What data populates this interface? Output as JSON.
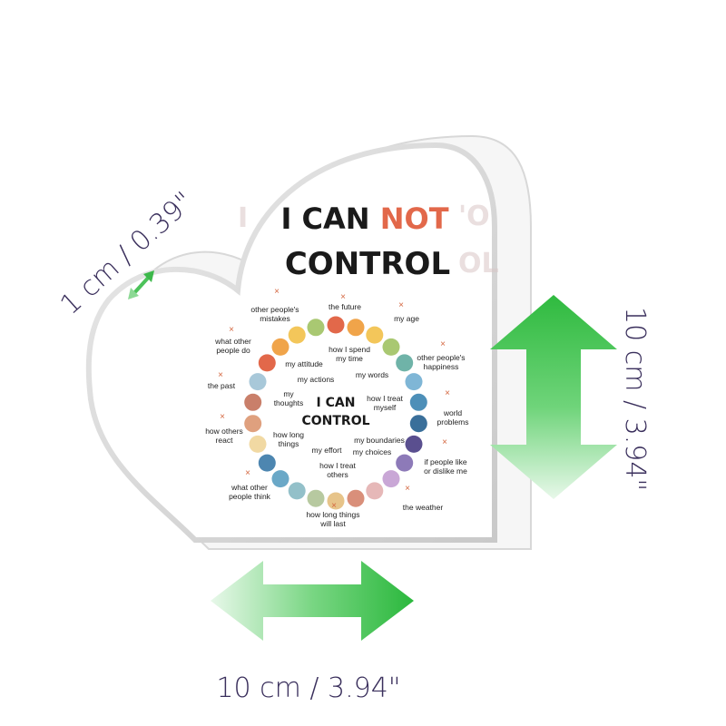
{
  "dimensions": {
    "thickness": "1 cm / 0.39\"",
    "height": "10 cm / 3.94\"",
    "width": "10 cm / 3.94\""
  },
  "plaque": {
    "title_line1_a": "I CAN ",
    "title_line1_b": "NOT",
    "title_line2": "CONTROL",
    "inner_title_1": "I CAN",
    "inner_title_2": "CONTROL",
    "colors": {
      "accent": "#e2684a",
      "arrow": "#3cc04a"
    },
    "outer_items": [
      [
        "other people's",
        "mistakes"
      ],
      [
        "the future"
      ],
      [
        "my age"
      ],
      [
        "what other",
        "people do"
      ],
      [
        "other people's",
        "happiness"
      ],
      [
        "the past"
      ],
      [
        "world",
        "problems"
      ],
      [
        "how others",
        "react"
      ],
      [
        "if people like",
        "or dislike me"
      ],
      [
        "what other",
        "people think"
      ],
      [
        "the weather"
      ],
      [
        "how long things",
        "will last"
      ]
    ],
    "inner_items": [
      [
        "how I spend",
        "my time"
      ],
      [
        "my attitude"
      ],
      [
        "my actions"
      ],
      [
        "my words"
      ],
      [
        "my",
        "thoughts"
      ],
      [
        "how I treat",
        "myself"
      ],
      [
        "how long",
        "things"
      ],
      [
        "my boundaries"
      ],
      [
        "my effort"
      ],
      [
        "my choices"
      ],
      [
        "how I treat",
        "others"
      ]
    ]
  }
}
